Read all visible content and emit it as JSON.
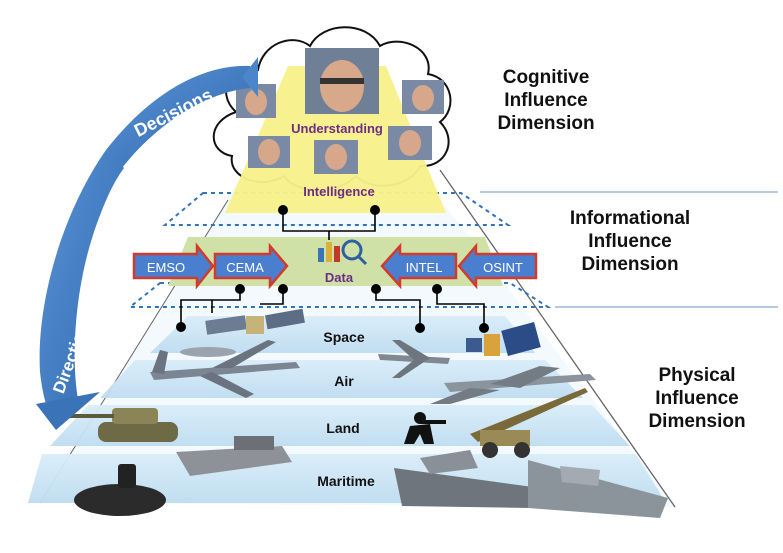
{
  "cognitive": {
    "title_lines": [
      "Cognitive",
      "Influence",
      "Dimension"
    ],
    "labels": {
      "understanding": "Understanding",
      "intelligence": "Intelligence"
    }
  },
  "informational": {
    "title_lines": [
      "Informational",
      "Influence",
      "Dimension"
    ],
    "data_label": "Data",
    "arrows": {
      "emso": "EMSO",
      "cema": "CEMA",
      "intel": "INTEL",
      "osint": "OSINT"
    }
  },
  "physical": {
    "title_lines": [
      "Physical",
      "Influence",
      "Dimension"
    ],
    "layers": {
      "space": "Space",
      "air": "Air",
      "land": "Land",
      "maritime": "Maritime"
    }
  },
  "flow": {
    "decisions": "Decisions",
    "direction": "Direction"
  },
  "colors": {
    "layer_band": "#cfe6f5",
    "pyramid_face": "#eef6fb",
    "cognitive_yellow": "#f8f08a",
    "informational_green": "#cfe1a6",
    "arrow_fill": "#4a7fd0",
    "arrow_border": "#d43a2c",
    "curve_arrow": "#3f7ec4",
    "connector": "#000000",
    "dotted_border": "#2e74c0"
  }
}
